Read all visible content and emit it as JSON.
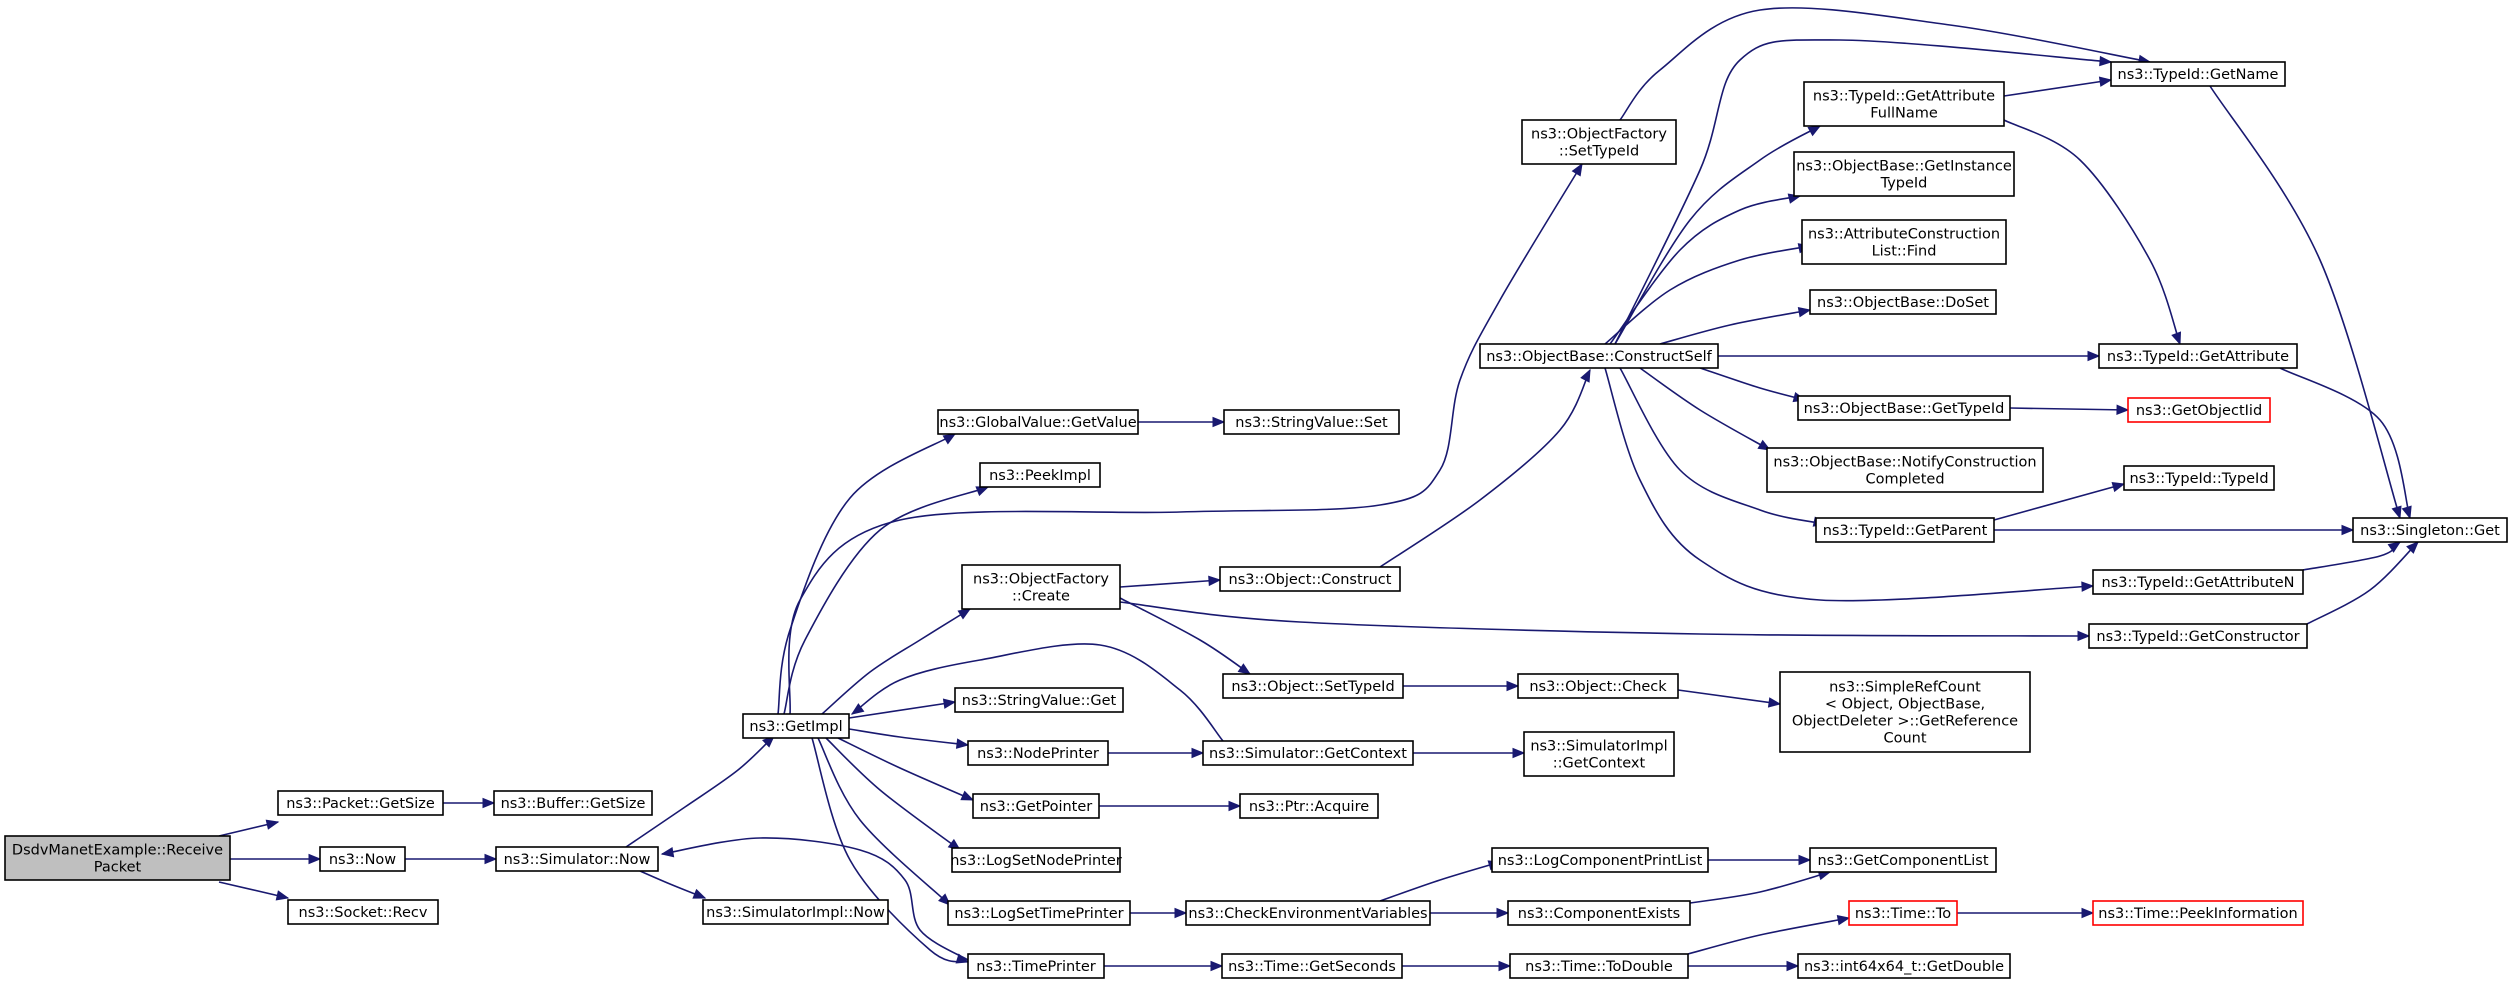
{
  "colors": {
    "edge": "#191970",
    "root_fill": "#bfbfbf",
    "red_border": "#ff0000"
  },
  "nodes": {
    "root": {
      "lines": [
        "DsdvManetExample::Receive",
        "Packet"
      ]
    },
    "pgs": {
      "lines": [
        "ns3::Packet::GetSize"
      ]
    },
    "now": {
      "lines": [
        "ns3::Now"
      ]
    },
    "recv": {
      "lines": [
        "ns3::Socket::Recv"
      ]
    },
    "bgs": {
      "lines": [
        "ns3::Buffer::GetSize"
      ]
    },
    "snow": {
      "lines": [
        "ns3::Simulator::Now"
      ]
    },
    "sinow": {
      "lines": [
        "ns3::SimulatorImpl::Now"
      ]
    },
    "gimpl": {
      "lines": [
        "ns3::GetImpl"
      ]
    },
    "gvgv": {
      "lines": [
        "ns3::GlobalValue::GetValue"
      ]
    },
    "peek": {
      "lines": [
        "ns3::PeekImpl"
      ]
    },
    "ofc": {
      "lines": [
        "ns3::ObjectFactory",
        "::Create"
      ]
    },
    "svget": {
      "lines": [
        "ns3::StringValue::Get"
      ]
    },
    "np": {
      "lines": [
        "ns3::NodePrinter"
      ]
    },
    "gptr": {
      "lines": [
        "ns3::GetPointer"
      ]
    },
    "lsnp": {
      "lines": [
        "ns3::LogSetNodePrinter"
      ]
    },
    "lstp": {
      "lines": [
        "ns3::LogSetTimePrinter"
      ]
    },
    "tp": {
      "lines": [
        "ns3::TimePrinter"
      ]
    },
    "svset": {
      "lines": [
        "ns3::StringValue::Set"
      ]
    },
    "ofst": {
      "lines": [
        "ns3::ObjectFactory",
        "::SetTypeId"
      ]
    },
    "ocons": {
      "lines": [
        "ns3::Object::Construct"
      ]
    },
    "ostid": {
      "lines": [
        "ns3::Object::SetTypeId"
      ]
    },
    "sgc": {
      "lines": [
        "ns3::Simulator::GetContext"
      ]
    },
    "pacq": {
      "lines": [
        "ns3::Ptr::Acquire"
      ]
    },
    "cev": {
      "lines": [
        "ns3::CheckEnvironmentVariables"
      ]
    },
    "tgs": {
      "lines": [
        "ns3::Time::GetSeconds"
      ]
    },
    "obcs": {
      "lines": [
        "ns3::ObjectBase::ConstructSelf"
      ]
    },
    "ochk": {
      "lines": [
        "ns3::Object::Check"
      ]
    },
    "sigc": {
      "lines": [
        "ns3::SimulatorImpl",
        "::GetContext"
      ]
    },
    "lcpl": {
      "lines": [
        "ns3::LogComponentPrintList"
      ]
    },
    "cex": {
      "lines": [
        "ns3::ComponentExists"
      ]
    },
    "ttd": {
      "lines": [
        "ns3::Time::ToDouble"
      ]
    },
    "tgafn": {
      "lines": [
        "ns3::TypeId::GetAttribute",
        "FullName"
      ]
    },
    "obgit": {
      "lines": [
        "ns3::ObjectBase::GetInstance",
        "TypeId"
      ]
    },
    "acf": {
      "lines": [
        "ns3::AttributeConstruction",
        "List::Find"
      ]
    },
    "obds": {
      "lines": [
        "ns3::ObjectBase::DoSet"
      ]
    },
    "obgt": {
      "lines": [
        "ns3::ObjectBase::GetTypeId"
      ]
    },
    "obnc": {
      "lines": [
        "ns3::ObjectBase::NotifyConstruction",
        "Completed"
      ]
    },
    "tgp": {
      "lines": [
        "ns3::TypeId::GetParent"
      ]
    },
    "srcgr": {
      "lines": [
        "ns3::SimpleRefCount",
        "< Object, ObjectBase,",
        " ObjectDeleter >::GetReference",
        "Count"
      ]
    },
    "gcl": {
      "lines": [
        "ns3::GetComponentList"
      ]
    },
    "tto": {
      "lines": [
        "ns3::Time::To"
      ]
    },
    "i64gd": {
      "lines": [
        "ns3::int64x64_t::GetDouble"
      ]
    },
    "tgn": {
      "lines": [
        "ns3::TypeId::GetName"
      ]
    },
    "tga": {
      "lines": [
        "ns3::TypeId::GetAttribute"
      ]
    },
    "goi": {
      "lines": [
        "ns3::GetObjectIid"
      ]
    },
    "ttid": {
      "lines": [
        "ns3::TypeId::TypeId"
      ]
    },
    "tgan": {
      "lines": [
        "ns3::TypeId::GetAttributeN"
      ]
    },
    "tgc": {
      "lines": [
        "ns3::TypeId::GetConstructor"
      ]
    },
    "tpi": {
      "lines": [
        "ns3::Time::PeekInformation"
      ]
    },
    "sget": {
      "lines": [
        "ns3::Singleton::Get"
      ]
    }
  }
}
